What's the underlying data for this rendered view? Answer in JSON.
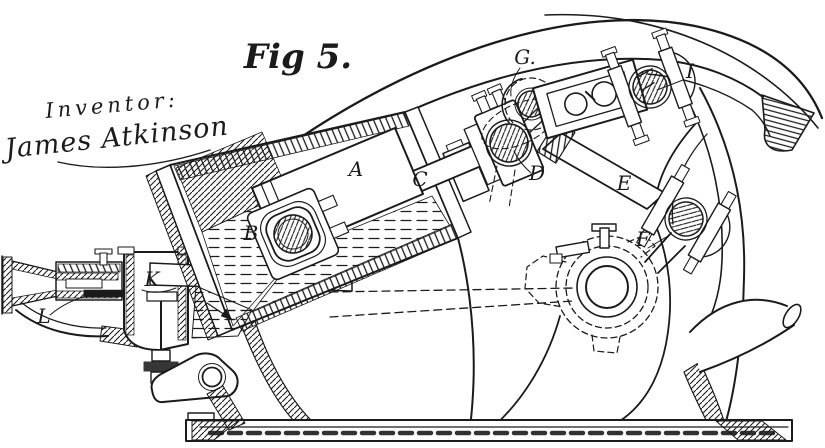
{
  "figure": {
    "title": "Fig 5.",
    "inventor_caption": "Inventor:",
    "signature": "James Atkinson"
  },
  "labels": {
    "A": "A",
    "B": "B",
    "C": "C",
    "D": "D",
    "E": "E",
    "F": "F",
    "G": "G.",
    "I": "I",
    "K": "K",
    "L": "L"
  },
  "colors": {
    "ink": "#1b1b1b",
    "paper": "#ffffff"
  }
}
